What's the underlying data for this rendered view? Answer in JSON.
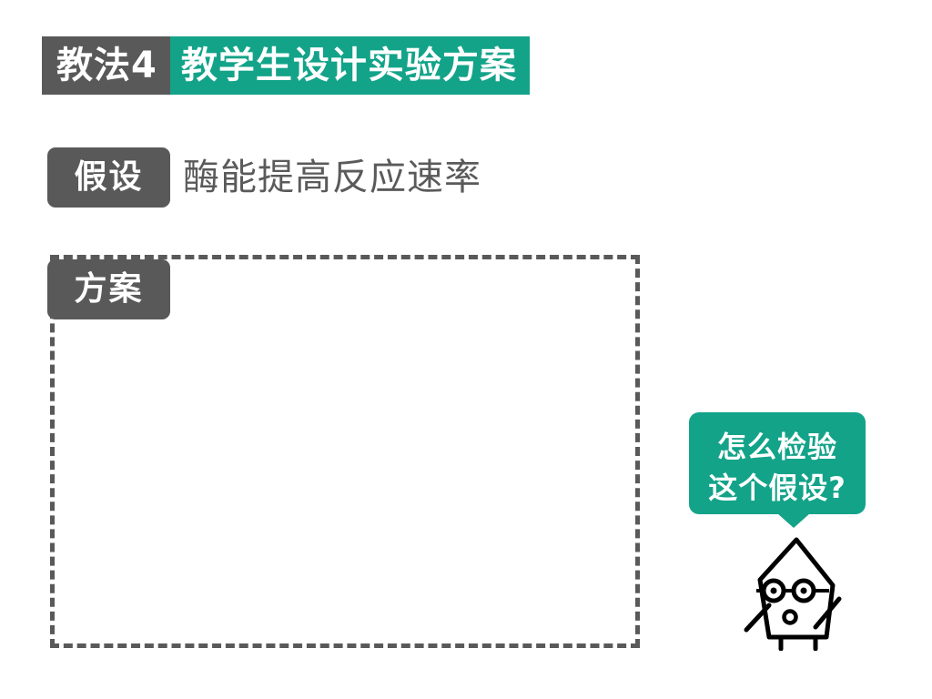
{
  "slide": {
    "background_color": "#ffffff",
    "accent_green": "#13a389",
    "accent_gray": "#595959"
  },
  "title": {
    "tag": "教法4",
    "main": "教学生设计实验方案"
  },
  "hypothesis": {
    "badge": "假设",
    "text": "酶能提高反应速率"
  },
  "plan": {
    "badge": "方案",
    "content": ""
  },
  "bubble": {
    "line1": "怎么检验",
    "line2": "这个假设?"
  },
  "character": {
    "name": "student-doodle",
    "features": [
      "pentagon-head",
      "glasses",
      "mouth",
      "arms",
      "legs"
    ]
  }
}
